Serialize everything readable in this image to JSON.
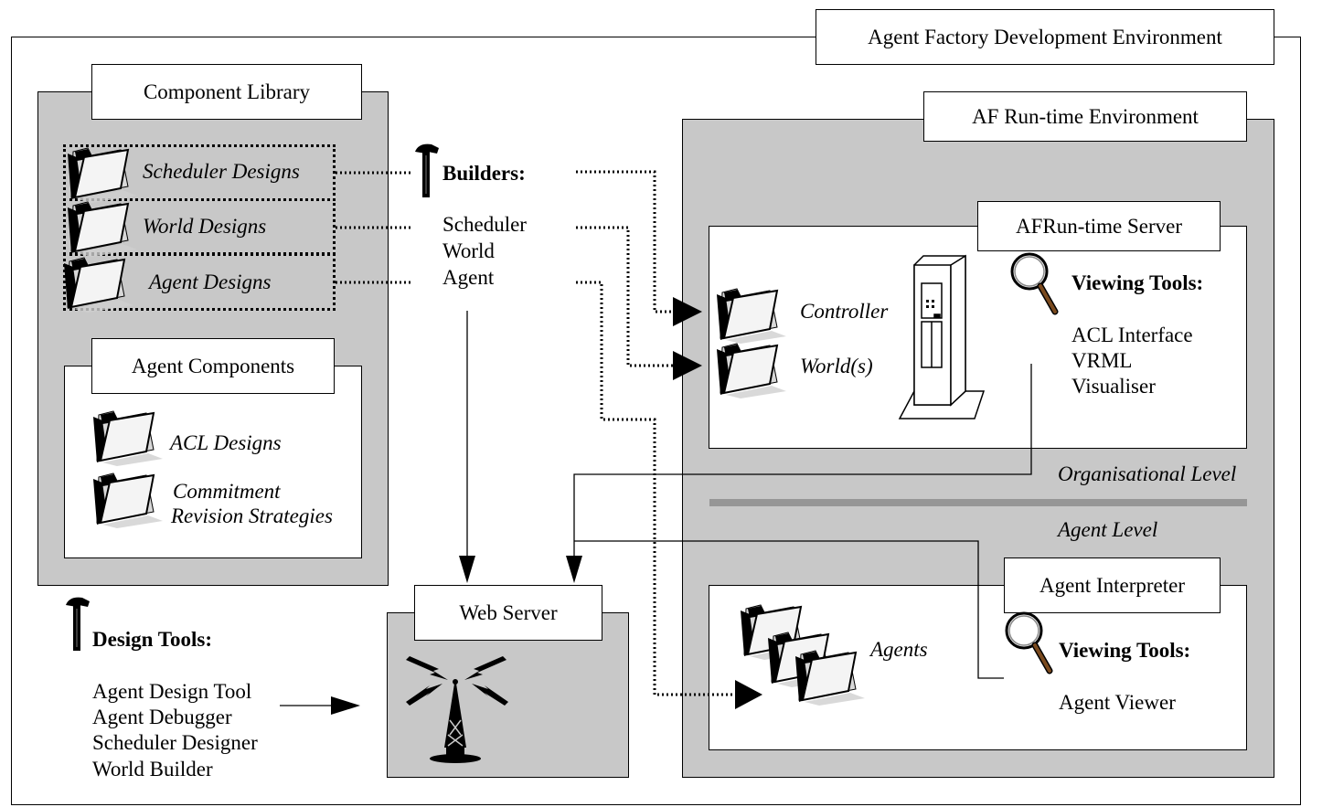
{
  "title": "Agent Factory Development Environment",
  "component_library": {
    "title": "Component Library",
    "designs": [
      {
        "label": "Scheduler Designs",
        "icon": "folder-icon"
      },
      {
        "label": "World Designs",
        "icon": "folder-icon"
      },
      {
        "label": "Agent Designs",
        "icon": "folder-icon"
      }
    ],
    "agent_components": {
      "title": "Agent Components",
      "items": [
        {
          "label": "ACL Designs",
          "icon": "folder-icon"
        },
        {
          "label_line1": "Commitment",
          "label_line2": "Revision Strategies",
          "icon": "folder-icon"
        }
      ]
    }
  },
  "builders": {
    "heading": "Builders:",
    "icon": "hammer-icon",
    "items": [
      "Scheduler",
      "World",
      "Agent"
    ]
  },
  "design_tools": {
    "heading": "Design Tools:",
    "icon": "hammer-icon",
    "items": [
      "Agent Design Tool",
      "Agent Debugger",
      "Scheduler Designer",
      "World Builder"
    ]
  },
  "web_server": {
    "title": "Web Server",
    "icon": "radio-tower-icon"
  },
  "runtime_environment": {
    "title": "AF Run-time Environment",
    "server": {
      "title": "AFRun-time Server",
      "folders": [
        "Controller",
        "World(s)"
      ],
      "icon": "server-tower-icon",
      "viewing_tools": {
        "heading": "Viewing Tools:",
        "icon": "magnifier-icon",
        "items": [
          "ACL Interface",
          "VRML",
          "Visualiser"
        ]
      }
    },
    "levels": {
      "organisational": "Organisational Level",
      "agent": "Agent Level"
    },
    "interpreter": {
      "title": "Agent Interpreter",
      "folder_label": "Agents",
      "viewing_tools": {
        "heading": "Viewing Tools:",
        "icon": "magnifier-icon",
        "items": [
          "Agent Viewer"
        ]
      }
    }
  },
  "colors": {
    "panel_gray": "#c8c8c8",
    "divider_gray": "#969696",
    "line": "#000000"
  }
}
